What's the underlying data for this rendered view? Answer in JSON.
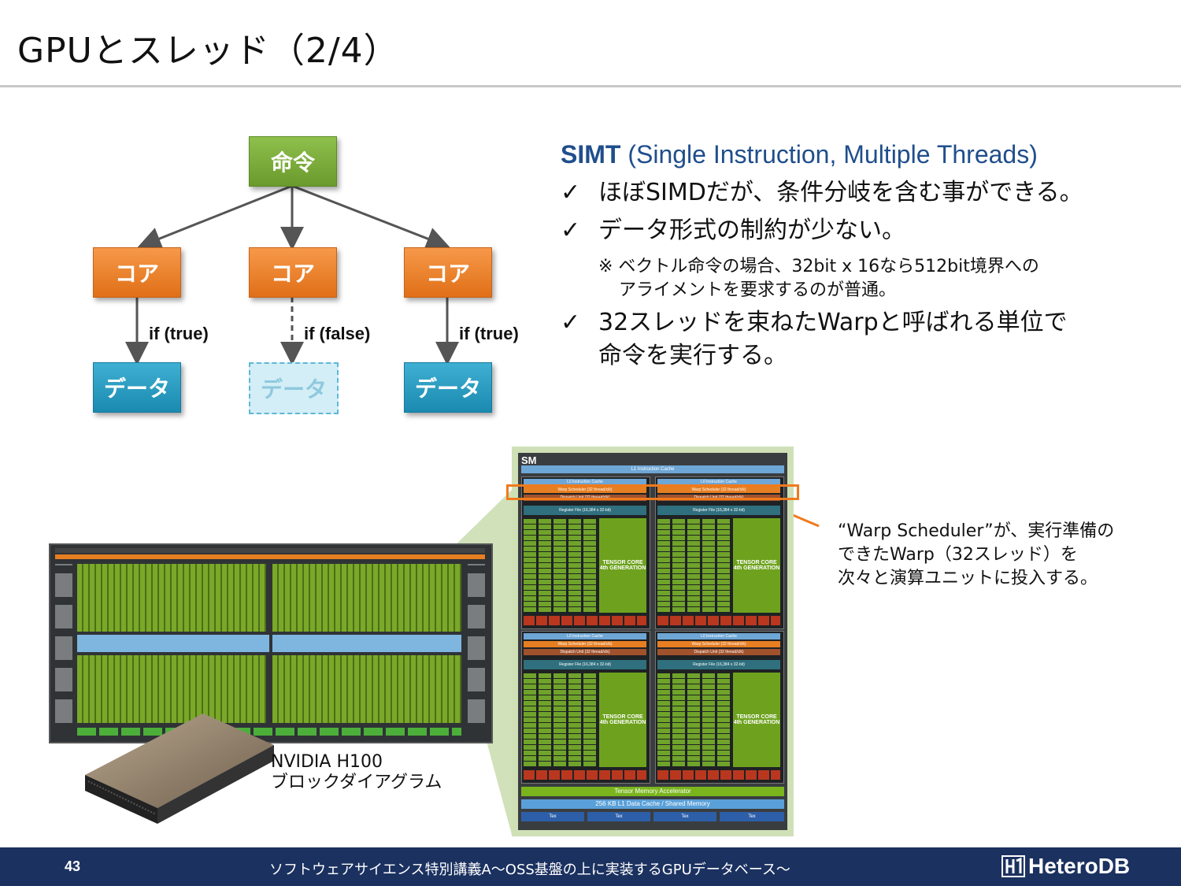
{
  "slide": {
    "title": "GPUとスレッド（2/4）"
  },
  "flow": {
    "command": "命令",
    "cores": [
      "コア",
      "コア",
      "コア"
    ],
    "conditions": [
      "if (true)",
      "if (false)",
      "if (true)"
    ],
    "data": [
      "データ",
      "データ",
      "データ"
    ]
  },
  "simt": {
    "heading_bold": "SIMT",
    "heading_rest": " (Single Instruction, Multiple Threads)",
    "bullets": [
      "ほぼSIMDだが、条件分岐を含む事ができる。",
      "データ形式の制約が少ない。",
      "32スレッドを束ねたWarpと呼ばれる単位で",
      "命令を実行する。"
    ],
    "note_line1": "※ ベクトル命令の場合、32bit x 16なら512bit境界への",
    "note_line2": "アライメントを要求するのが普通。"
  },
  "gpu": {
    "caption_line1": "NVIDIA H100",
    "caption_line2": "ブロックダイアグラム"
  },
  "sm": {
    "label": "SM",
    "l1_instruction_cache": "L1 Instruction Cache",
    "l0_instruction_cache": "L0 Instruction Cache",
    "warp_scheduler": "Warp Scheduler (32 thread/clk)",
    "dispatch_unit": "Dispatch Unit (32 thread/clk)",
    "register_file": "Register File (16,384 x 32-bit)",
    "tensor_core": "TENSOR CORE 4th GENERATION",
    "tensor_memory_accelerator": "Tensor Memory Accelerator",
    "l1_data_cache": "256 KB L1 Data Cache / Shared Memory",
    "tex": [
      "Tex",
      "Tex",
      "Tex",
      "Tex"
    ]
  },
  "warp_note": {
    "line1": "“Warp Scheduler”が、実行準備の",
    "line2": "できたWarp（32スレッド）を",
    "line3": "次々と演算ユニットに投入する。"
  },
  "footer": {
    "page_number": "43",
    "course_title": "ソフトウェアサイエンス特別講義A～OSS基盤の上に実装するGPUデータベース～",
    "logo_text": "HeteroDB"
  },
  "colors": {
    "command_green": "#7bb13a",
    "core_orange": "#eb7f25",
    "data_blue": "#2a9cc2",
    "footer_navy": "#1b3160",
    "highlight_orange": "#f07a1c"
  }
}
